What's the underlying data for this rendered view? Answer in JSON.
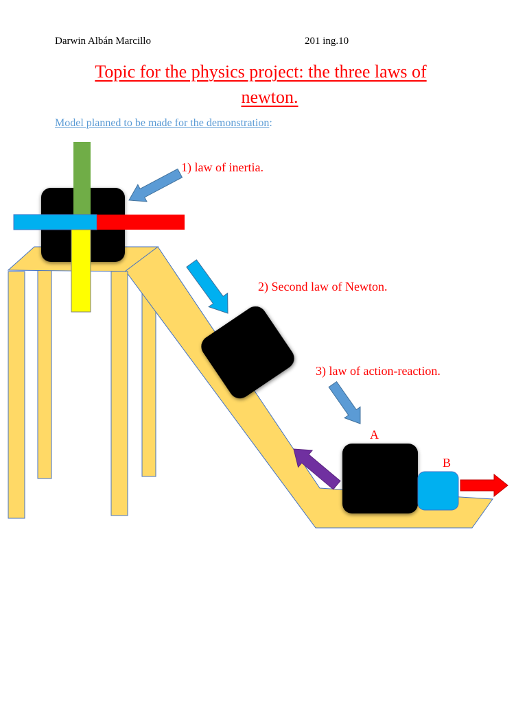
{
  "header": {
    "author": "Darwin Albán Marcillo",
    "course": "201 ing.10"
  },
  "title": {
    "line1": "Topic for the physics project: the three laws of",
    "line2": "newton."
  },
  "subtitle": {
    "link_text": "Model planned to be made for the demonstration",
    "suffix": ":"
  },
  "labels": {
    "law1": "1) law of inertia.",
    "law2": "2) Second law of Newton.",
    "law3": "3) law of action-reaction.",
    "block_a": "A",
    "block_b": "B"
  },
  "colors": {
    "ramp_fill": "#ffd966",
    "ramp_stroke": "#4472c4",
    "block": "#000000",
    "arrow_blue": "#5b9bd5",
    "arrow_cyan": "#00b0f0",
    "arrow_purple": "#7030a0",
    "arrow_red": "#ff0000",
    "block_b": "#00b0f0",
    "bar_green": "#70ad47",
    "bar_cyan": "#00b0f0",
    "bar_red": "#ff0000",
    "bar_yellow": "#ffff00"
  }
}
